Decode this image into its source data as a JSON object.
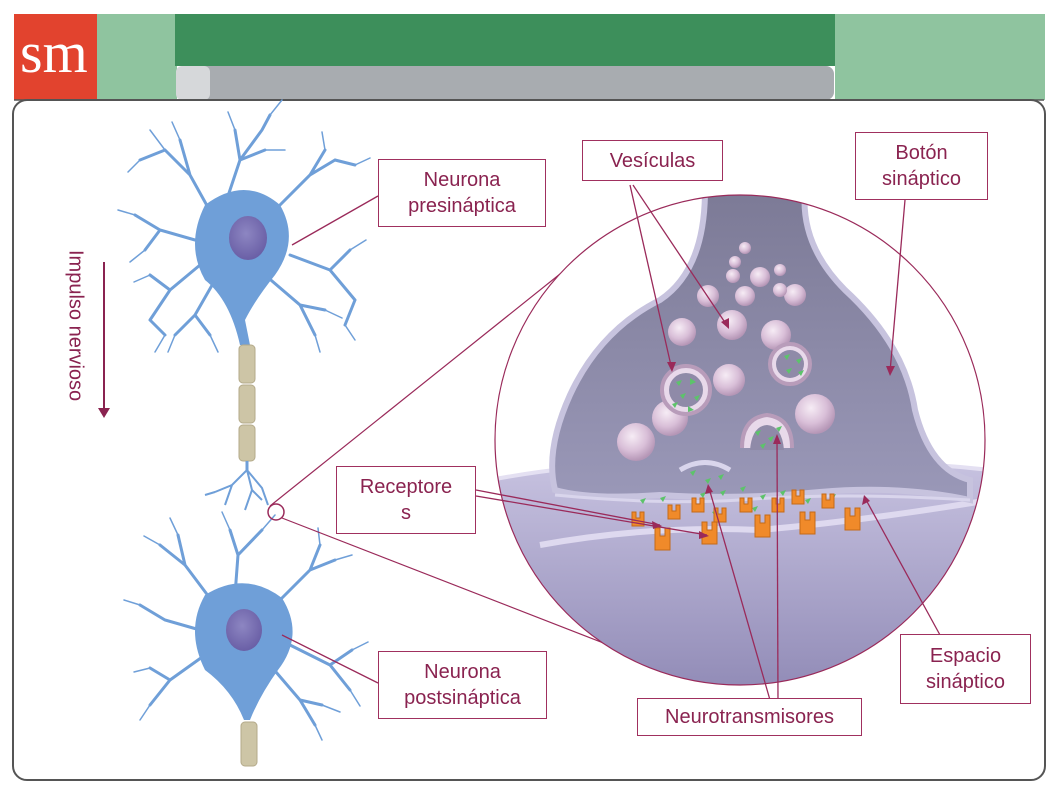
{
  "header": {
    "logo_text": "sm"
  },
  "labels": {
    "presynaptic_neuron": "Neurona\npresináptica",
    "postsynaptic_neuron": "Neurona\npostsináptica",
    "vesicles": "Vesículas",
    "synaptic_button": "Botón\nsináptico",
    "receptors": "Receptore\ns",
    "synaptic_space": "Espacio\nsináptico",
    "neurotransmitters": "Neurotransmisores",
    "nerve_impulse": "Impulso nervioso"
  },
  "colors": {
    "brand_red": "#e2432e",
    "header_green": "#3d8f5b",
    "light_green": "#8fc49f",
    "tab_gray": "#a8acb0",
    "accent": "#9a2a5a",
    "neuron_blue": "#6f9fd8",
    "nucleus": "#7a70b0",
    "membrane": "#b9b3d6",
    "receptor_orange": "#f08a2a",
    "transmitter_green": "#5cc36a"
  }
}
